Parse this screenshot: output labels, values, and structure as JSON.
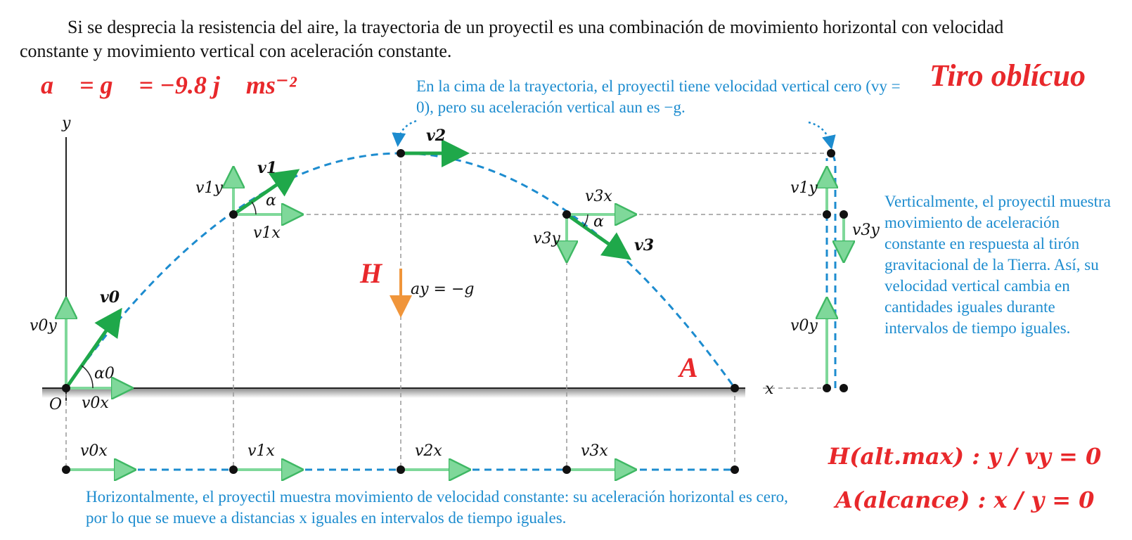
{
  "intro": {
    "text": "Si se desprecia la resistencia del aire, la trayectoria de un proyectil es una combinación de movimiento horizontal con velocidad constante y movimiento vertical con aceleración constante."
  },
  "equation_acceleration": "a⃗ = g⃗ = −9.8 j⃗ ms⁻²",
  "title": "Tiro oblícuo",
  "annotations": {
    "top": "En la cima de la trayectoria, el proyectil tiene velocidad vertical cero (vy = 0), pero su aceleración vertical aun es −g.",
    "right": "Verticalmente, el proyectil muestra movimiento de aceleración constante en respuesta al tirón gravitacional de la Tierra. Así, su velocidad vertical cambia en cantidades iguales durante intervalos de tiempo iguales.",
    "bottom": "Horizontalmente, el proyectil muestra movimiento de velocidad constante: su aceleración horizontal es cero, por lo que se mueve a distancias x iguales en intervalos de tiempo iguales."
  },
  "formulas": {
    "H": "H(alt.max) : y / vy = 0",
    "A": "A(alcance) : x / y = 0"
  },
  "diagram": {
    "axis_x": "x",
    "axis_y": "y",
    "origin": "O",
    "H_label": "H",
    "A_label": "A",
    "accel_label": "ay = −g",
    "vector_labels": {
      "v0": "v0",
      "v1": "v1",
      "v2": "v2",
      "v3": "v3",
      "v0x": "v0x",
      "v0y": "v0y",
      "v1x": "v1x",
      "v1y": "v1y",
      "v3x": "v3x",
      "v3y": "v3y",
      "v2x": "v2x",
      "alpha0": "α0",
      "alpha": "α"
    }
  },
  "colors": {
    "trajectory": "#1d8ccf",
    "velocity": "#1fa84a",
    "component": "#7fd89a",
    "accel": "#f0953a",
    "highlight": "#e8282b"
  }
}
